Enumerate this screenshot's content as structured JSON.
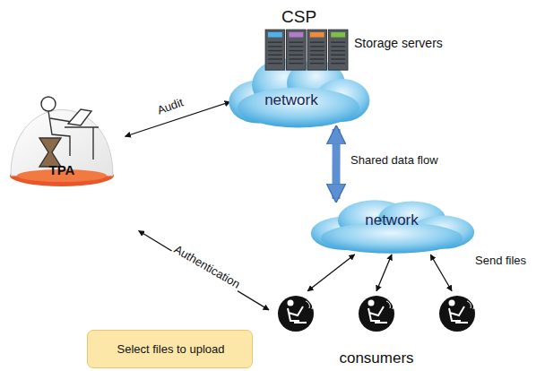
{
  "diagram": {
    "nodes": [
      {
        "text": [
          "CSP",
          "Storage servers"
        ]
      },
      {
        "text": [
          "network"
        ]
      },
      {
        "text": [
          "TPA"
        ]
      },
      {
        "text": [
          "network"
        ]
      },
      {
        "text": [
          "consumers"
        ]
      },
      {
        "text": [
          "Select files to upload"
        ]
      }
    ],
    "edges": [
      {
        "from": 2,
        "to": 1,
        "label": "Audit",
        "arrow": "both"
      },
      {
        "from": 1,
        "to": 3,
        "label": "Shared data flow",
        "arrow": "both"
      },
      {
        "from": 2,
        "to": 4,
        "label": "Authentication",
        "arrow": "both"
      },
      {
        "from": 3,
        "to": 4,
        "arrow": "both"
      },
      {
        "from": 3,
        "to": 4,
        "arrow": "both"
      },
      {
        "from": 3,
        "to": 4,
        "arrow": "both"
      }
    ],
    "labels": [
      "Send files"
    ]
  }
}
